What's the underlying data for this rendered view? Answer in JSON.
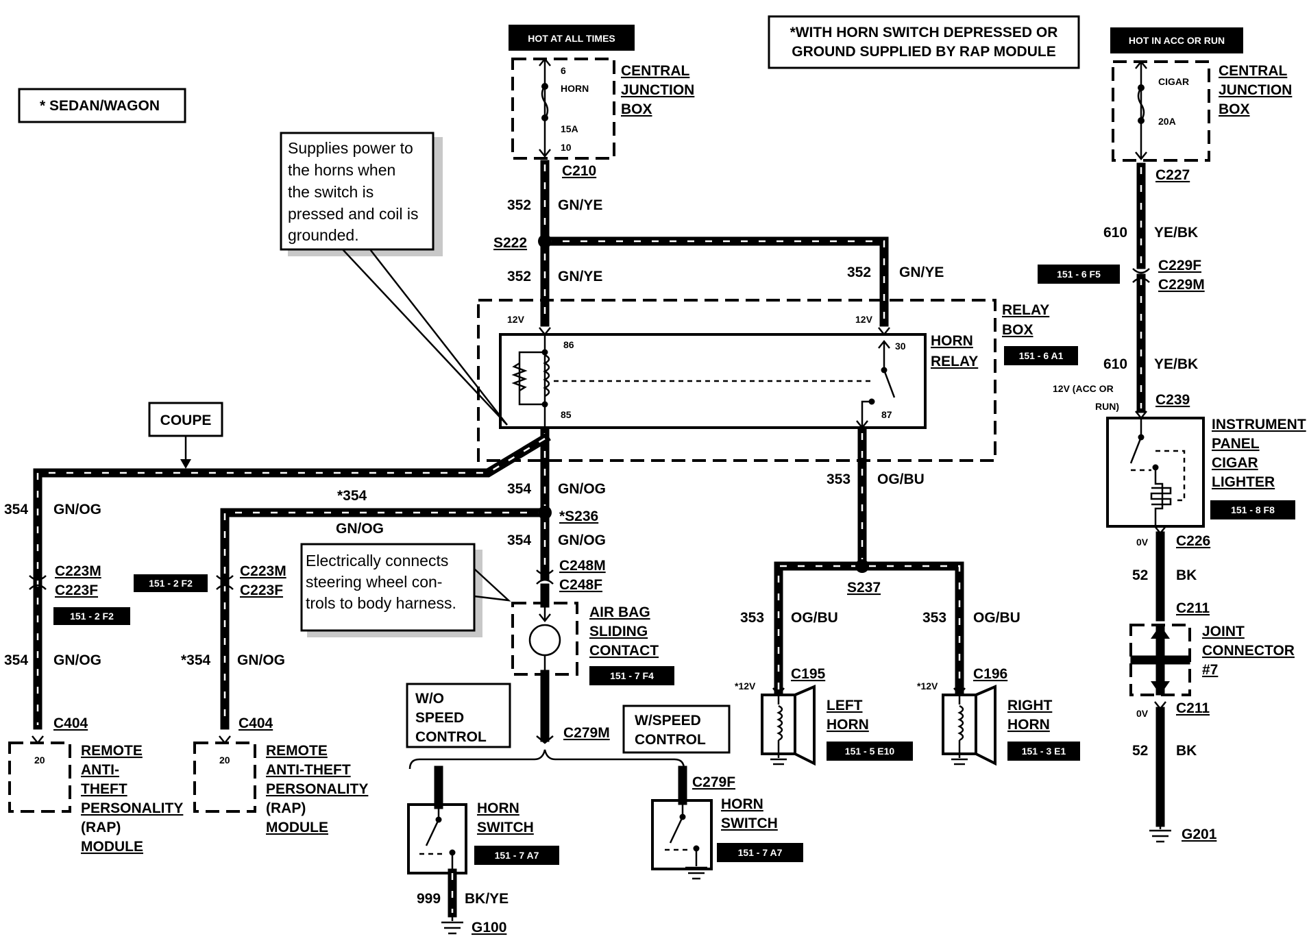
{
  "notes": {
    "sedan_wagon": "*  SEDAN/WAGON",
    "horn_switch_note_1": "*WITH HORN SWITCH DEPRESSED OR",
    "horn_switch_note_2": "GROUND SUPPLIED BY RAP MODULE",
    "coupe": "COUPE",
    "relay_callout": [
      "Supplies power to",
      "the horns when",
      "the switch is",
      "pressed and coil is",
      "grounded."
    ],
    "airbag_callout": [
      "Electrically connects",
      "steering wheel con-",
      "trols to body harness."
    ],
    "wo_speed_control": [
      "W/O",
      "SPEED",
      "CONTROL"
    ],
    "w_speed_control": [
      "W/SPEED",
      "CONTROL"
    ]
  },
  "power_tags": {
    "hot_at_all_times": "HOT AT ALL TIMES",
    "hot_in_acc_or_run": "HOT IN ACC OR RUN"
  },
  "fuse_left": {
    "top_pin": "6",
    "name": "HORN",
    "rating": "15A",
    "bottom_pin": "10"
  },
  "fuse_right": {
    "name": "CIGAR",
    "rating": "20A"
  },
  "component_labels": {
    "cjb_left": [
      "CENTRAL",
      "JUNCTION",
      "BOX"
    ],
    "cjb_right": [
      "CENTRAL",
      "JUNCTION",
      "BOX"
    ],
    "relay_box": [
      "RELAY",
      "BOX"
    ],
    "horn_relay": [
      "HORN",
      "RELAY"
    ],
    "cigar_lighter": [
      "INSTRUMENT",
      "PANEL",
      "CIGAR",
      "LIGHTER"
    ],
    "joint_connector": [
      "JOINT",
      "CONNECTOR",
      "#7"
    ],
    "air_bag": [
      "AIR BAG",
      "SLIDING",
      "CONTACT"
    ],
    "left_horn": [
      "LEFT",
      "HORN"
    ],
    "right_horn": [
      "RIGHT",
      "HORN"
    ],
    "horn_switch_1": [
      "HORN",
      "SWITCH"
    ],
    "horn_switch_2": [
      "HORN",
      "SWITCH"
    ],
    "rap_1": [
      "REMOTE",
      "ANTI-",
      "THEFT",
      "PERSONALITY",
      "(RAP)",
      "MODULE"
    ],
    "rap_2": [
      "REMOTE",
      "ANTI-THEFT",
      "PERSONALITY",
      "(RAP)",
      "MODULE"
    ]
  },
  "relay_pins": {
    "p86": "86",
    "p85": "85",
    "p30": "30",
    "p87": "87",
    "v12a": "12V",
    "v12b": "12V"
  },
  "rap_pins": {
    "rap1_pin": "20",
    "rap2_pin": "20"
  },
  "connectors": {
    "c210": "C210",
    "s222": "S222",
    "c227": "C227",
    "c229f": "C229F",
    "c229m": "C229M",
    "c239": "C239",
    "c226": "C226",
    "c211a": "C211",
    "c211b": "C211",
    "g201": "G201",
    "s236": "*S236",
    "c248m": "C248M",
    "c248f": "C248F",
    "c279m": "C279M",
    "c279f": "C279F",
    "g100": "G100",
    "s237": "S237",
    "c195": "C195",
    "c196": "C196",
    "c223m_1": "C223M",
    "c223f_1": "C223F",
    "c223m_2": "C223M",
    "c223f_2": "C223F",
    "c404_1": "C404",
    "c404_2": "C404"
  },
  "wires": {
    "w352_a": {
      "num": "352",
      "color": "GN/YE"
    },
    "w352_b": {
      "num": "352",
      "color": "GN/YE"
    },
    "w352_c": {
      "num": "352",
      "color": "GN/YE"
    },
    "w610_a": {
      "num": "610",
      "color": "YE/BK"
    },
    "w610_b": {
      "num": "610",
      "color": "YE/BK"
    },
    "w354_a": {
      "num": "354",
      "color": "GN/OG"
    },
    "w354_b": {
      "num": "354",
      "color": "GN/OG"
    },
    "w354_star": {
      "num": "*354",
      "color": "GN/OG"
    },
    "w354_l1": {
      "num": "354",
      "color": "GN/OG"
    },
    "w354_l2": {
      "num": "354",
      "color": "GN/OG"
    },
    "w354_l3": {
      "num": "*354",
      "color": "GN/OG"
    },
    "w353_a": {
      "num": "353",
      "color": "OG/BU"
    },
    "w353_b": {
      "num": "353",
      "color": "OG/BU"
    },
    "w353_c": {
      "num": "353",
      "color": "OG/BU"
    },
    "w52_a": {
      "num": "52",
      "color": "BK"
    },
    "w52_b": {
      "num": "52",
      "color": "BK"
    },
    "w999": {
      "num": "999",
      "color": "BK/YE"
    }
  },
  "voltages": {
    "v12_acc_1": "12V (ACC OR",
    "v12_acc_2": "RUN)",
    "v0_a": "0V",
    "v0_b": "0V",
    "v12_horn_l": "*12V",
    "v12_horn_r": "*12V"
  },
  "page_refs": {
    "r_c229": "151 - 6 F5",
    "r_relay": "151 - 6 A1",
    "r_lighter": "151 - 8 F8",
    "r_c223_a": "151 - 2 F2",
    "r_c223_b": "151 - 2 F2",
    "r_airbag": "151 - 7 F4",
    "r_lhorn": "151 - 5 E10",
    "r_rhorn": "151 - 3 E1",
    "r_sw1": "151 - 7 A7",
    "r_sw2": "151 - 7 A7"
  }
}
